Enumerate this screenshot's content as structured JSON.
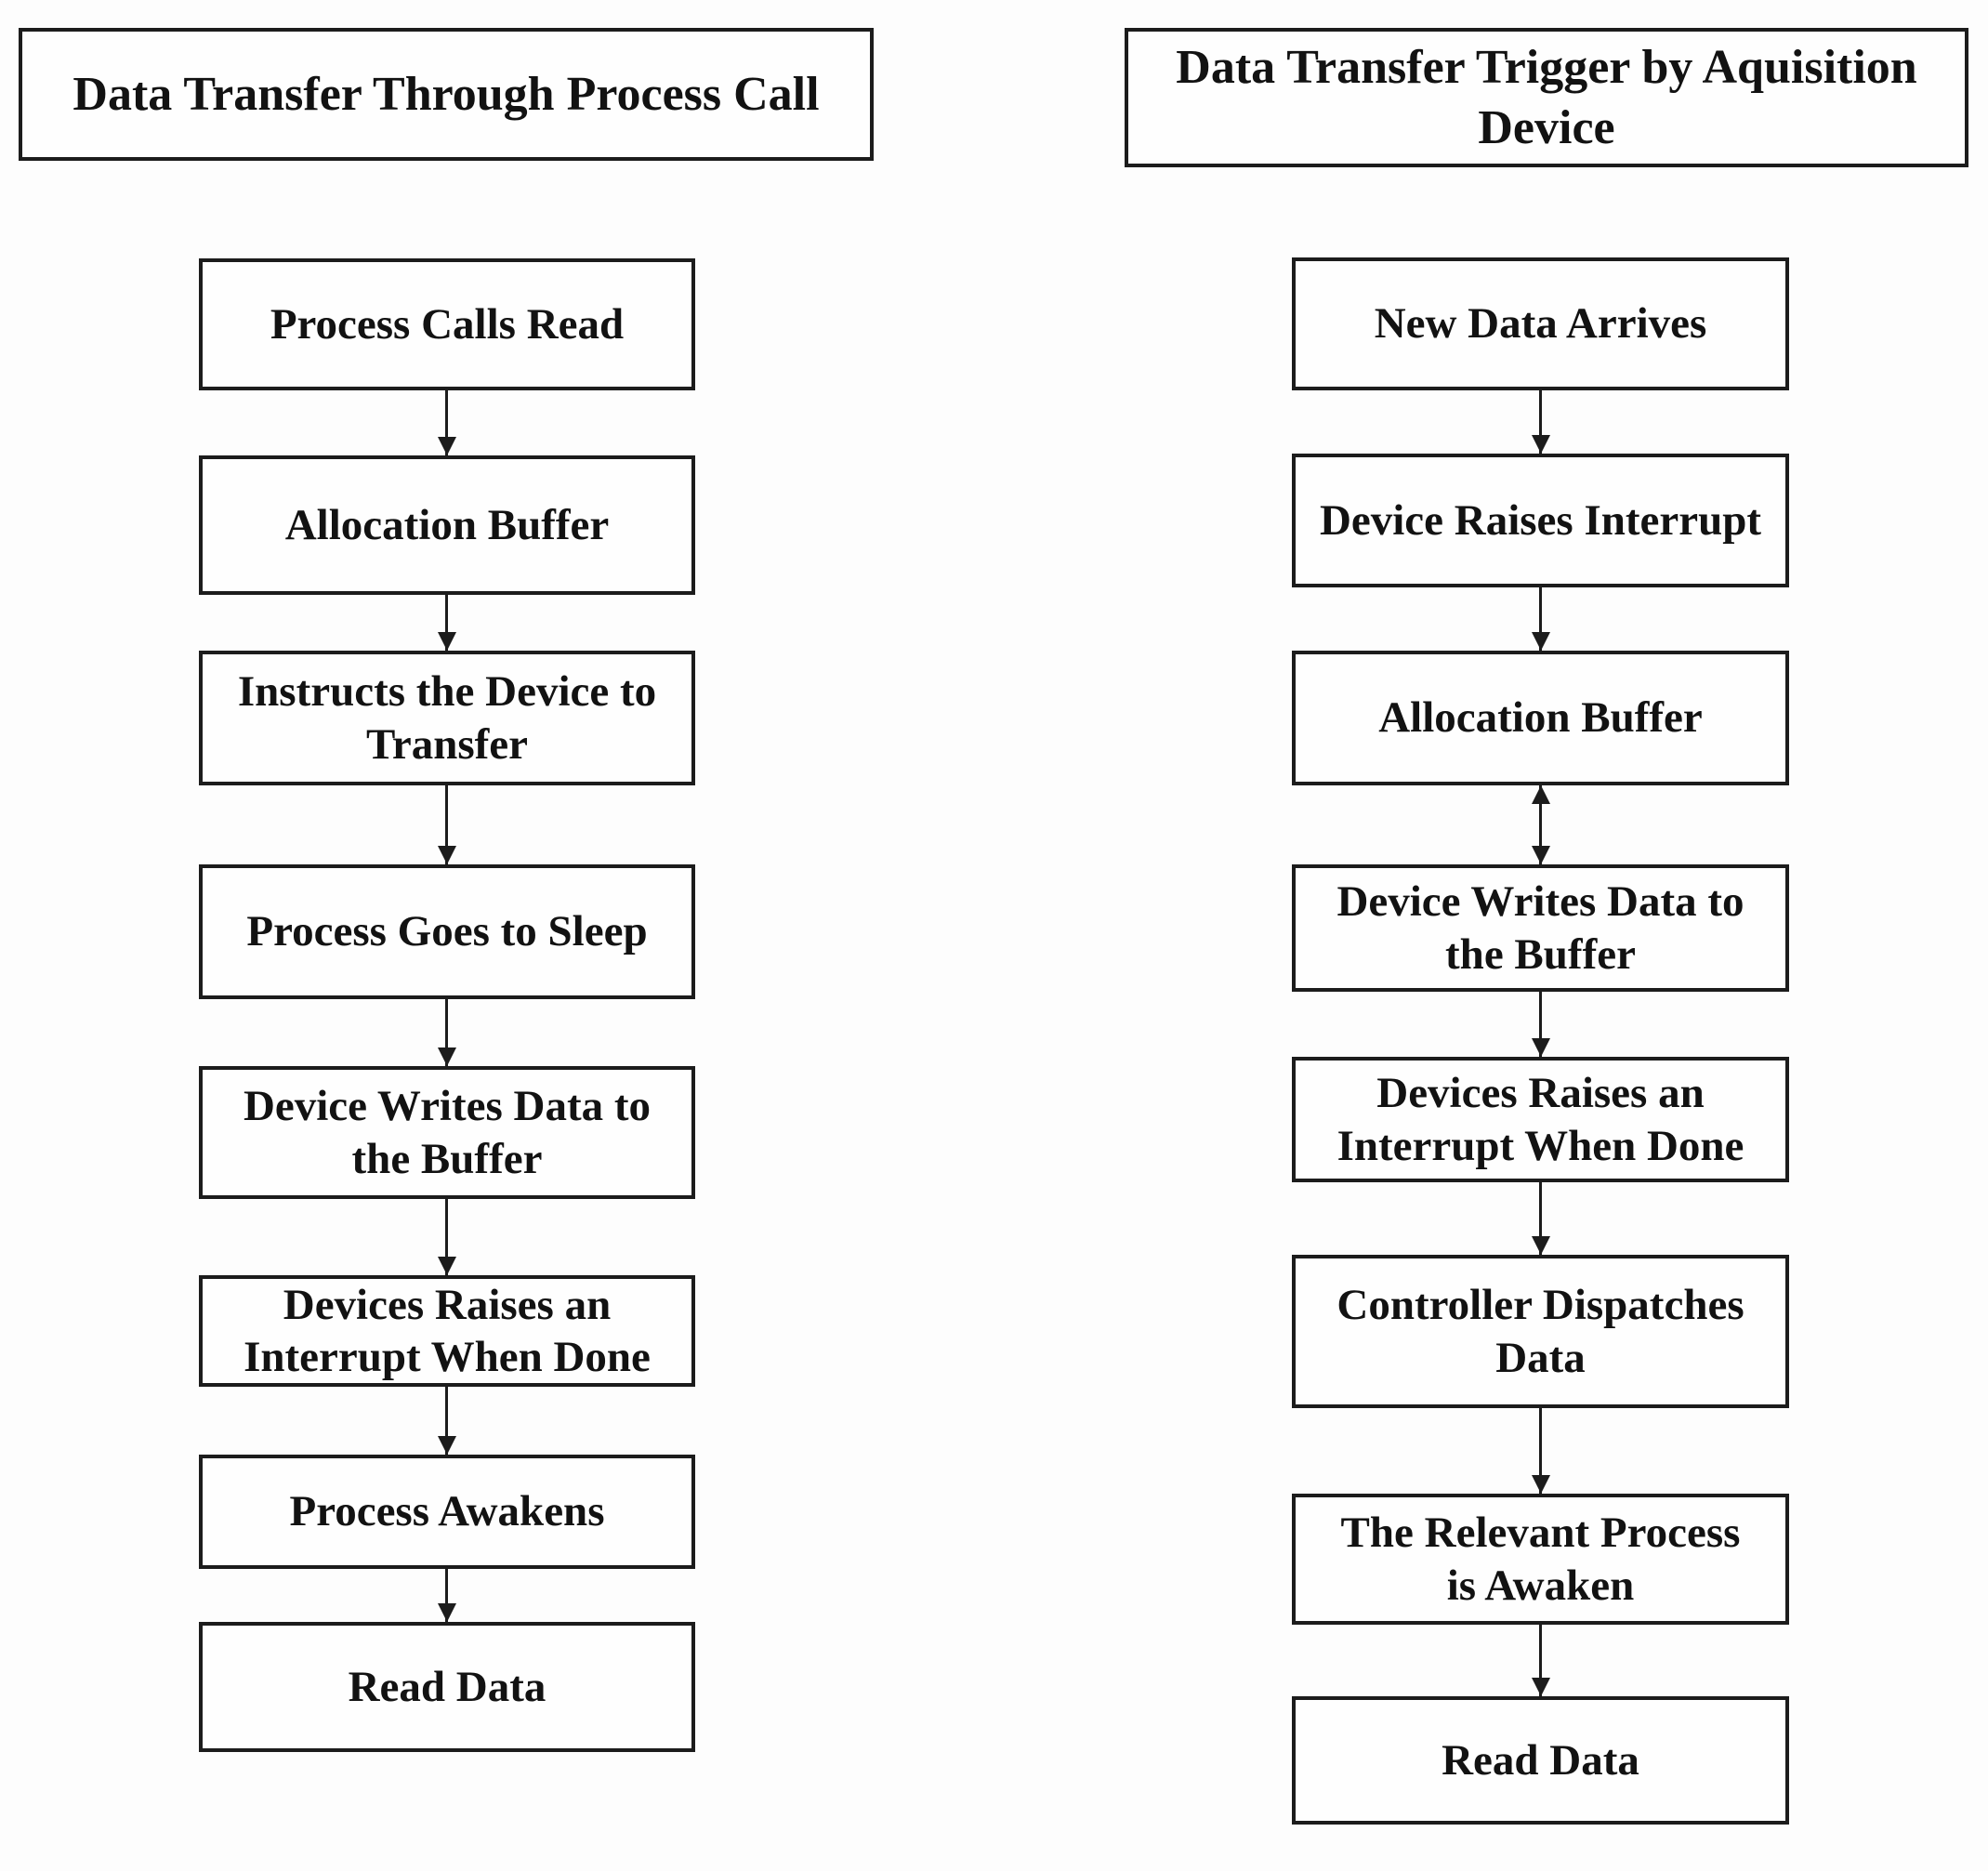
{
  "diagram": {
    "background_color": "#fdfdfd",
    "line_color": "#1c1c1c",
    "text_color": "#121212",
    "columns": [
      {
        "title": "Data Transfer Through Process Call",
        "steps": [
          "Process Calls Read",
          "Allocation Buffer",
          "Instructs the Device to\nTransfer",
          "Process Goes to Sleep",
          "Device Writes Data to\nthe Buffer",
          "Devices Raises an\nInterrupt When Done",
          "Process Awakens",
          "Read Data"
        ],
        "connectors": [
          "down",
          "down",
          "down",
          "down",
          "down",
          "down",
          "down"
        ]
      },
      {
        "title": "Data Transfer Trigger by Aquisition\nDevice",
        "steps": [
          "New Data Arrives",
          "Device Raises Interrupt",
          "Allocation Buffer",
          "Device Writes Data to\nthe Buffer",
          "Devices Raises an\nInterrupt When Done",
          "Controller Dispatches\nData",
          "The Relevant Process\nis Awaken",
          "Read Data"
        ],
        "connectors": [
          "down",
          "down",
          "bidirectional",
          "down",
          "down",
          "down",
          "down"
        ]
      }
    ]
  }
}
